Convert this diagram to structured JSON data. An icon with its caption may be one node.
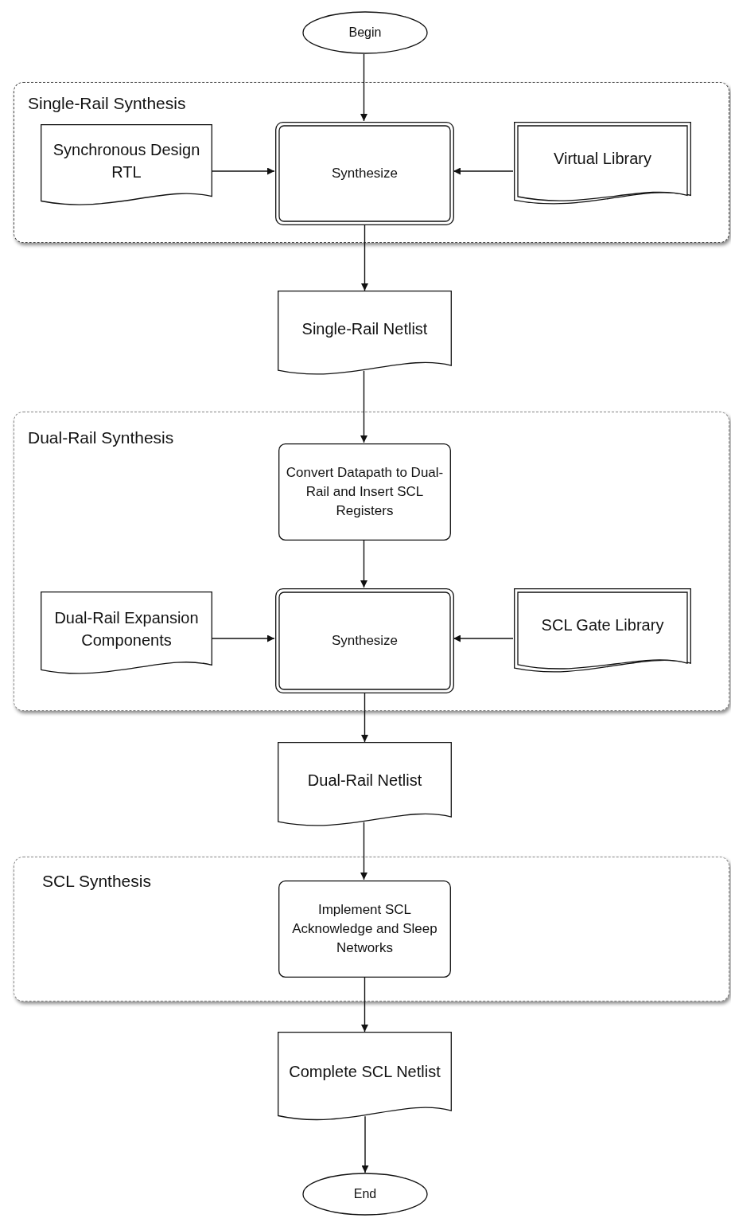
{
  "diagram": {
    "nodes": [
      {
        "text": [
          "Begin"
        ]
      },
      {
        "text": [
          "Single-Rail Synthesis"
        ]
      },
      {
        "text": [
          "Synchronous Design RTL"
        ],
        "in": 1
      },
      {
        "text": [
          "Synthesize"
        ],
        "in": 1
      },
      {
        "text": [
          "Virtual Library"
        ],
        "in": 1
      },
      {
        "text": [
          "Single-Rail Netlist"
        ]
      },
      {
        "text": [
          "Dual-Rail Synthesis"
        ]
      },
      {
        "text": [
          "Convert Datapath to Dual-Rail and Insert SCL Registers"
        ],
        "in": 6
      },
      {
        "text": [
          "Dual-Rail Expansion Components"
        ],
        "in": 6
      },
      {
        "text": [
          "Synthesize"
        ],
        "in": 6
      },
      {
        "text": [
          "SCL Gate Library"
        ],
        "in": 6
      },
      {
        "text": [
          "Dual-Rail Netlist"
        ]
      },
      {
        "text": [
          "SCL Synthesis"
        ]
      },
      {
        "text": [
          "Implement SCL Acknowledge and Sleep Networks"
        ],
        "in": 12
      },
      {
        "text": [
          "Complete SCL Netlist"
        ]
      },
      {
        "text": [
          "End"
        ]
      }
    ],
    "edges": [
      {
        "from": 0,
        "to": 3,
        "arrow": "to"
      },
      {
        "from": 2,
        "to": 3,
        "arrow": "to"
      },
      {
        "from": 4,
        "to": 3,
        "arrow": "to"
      },
      {
        "from": 3,
        "to": 5,
        "arrow": "to"
      },
      {
        "from": 5,
        "to": 7,
        "arrow": "to"
      },
      {
        "from": 7,
        "to": 9,
        "arrow": "to"
      },
      {
        "from": 8,
        "to": 9,
        "arrow": "to"
      },
      {
        "from": 10,
        "to": 9,
        "arrow": "to"
      },
      {
        "from": 9,
        "to": 11,
        "arrow": "to"
      },
      {
        "from": 11,
        "to": 13,
        "arrow": "to"
      },
      {
        "from": 13,
        "to": 14,
        "arrow": "to"
      },
      {
        "from": 14,
        "to": 15,
        "arrow": "to"
      }
    ]
  }
}
